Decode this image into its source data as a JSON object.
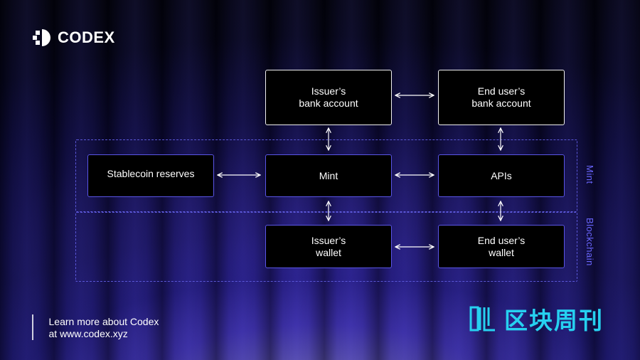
{
  "brand": {
    "name": "CODEX"
  },
  "nodes": {
    "issuer_bank": "Issuer’s\nbank account",
    "enduser_bank": "End user’s\nbank account",
    "stablecoin_reserves": "Stablecoin reserves",
    "mint": "Mint",
    "apis": "APIs",
    "issuer_wallet": "Issuer’s\nwallet",
    "enduser_wallet": "End user’s\nwallet"
  },
  "groups": {
    "mint_label": "Mint",
    "blockchain_label": "Blockchain"
  },
  "footer": {
    "line1": "Learn more about Codex",
    "line2": "at www.codex.xyz"
  },
  "watermark": {
    "text": "区块周刊"
  },
  "colors": {
    "accent": "#5a55e6",
    "label_blue": "#6a66ff",
    "watermark_cyan": "#26d1f0"
  }
}
